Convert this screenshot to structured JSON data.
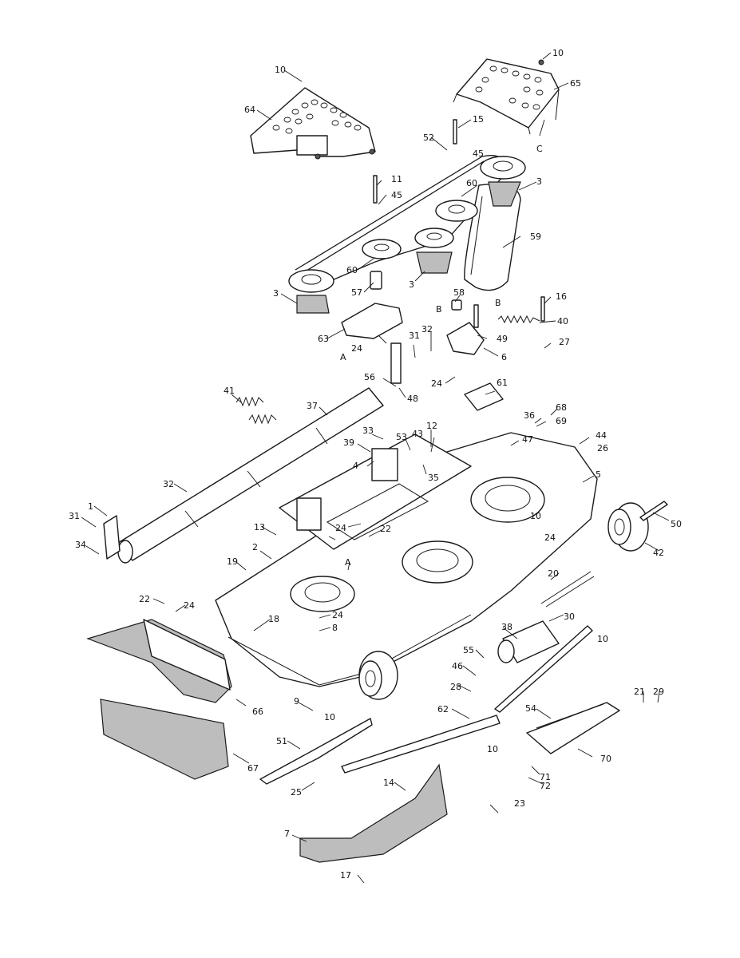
{
  "callouts": [
    {
      "id": "c-10a",
      "text": "10"
    },
    {
      "id": "c-10b",
      "text": "10"
    },
    {
      "id": "c-10c",
      "text": "10"
    },
    {
      "id": "c-10d",
      "text": "10"
    },
    {
      "id": "c-10e",
      "text": "10"
    },
    {
      "id": "c-10f",
      "text": "10"
    },
    {
      "id": "c-65",
      "text": "65"
    },
    {
      "id": "c-64",
      "text": "64"
    },
    {
      "id": "c-C",
      "text": "C"
    },
    {
      "id": "c-15",
      "text": "15"
    },
    {
      "id": "c-52",
      "text": "52"
    },
    {
      "id": "c-45a",
      "text": "45"
    },
    {
      "id": "c-45b",
      "text": "45"
    },
    {
      "id": "c-11",
      "text": "11"
    },
    {
      "id": "c-3a",
      "text": "3"
    },
    {
      "id": "c-3b",
      "text": "3"
    },
    {
      "id": "c-3c",
      "text": "3"
    },
    {
      "id": "c-60a",
      "text": "60"
    },
    {
      "id": "c-60b",
      "text": "60"
    },
    {
      "id": "c-59",
      "text": "59"
    },
    {
      "id": "c-57",
      "text": "57"
    },
    {
      "id": "c-58",
      "text": "58"
    },
    {
      "id": "c-B1",
      "text": "B"
    },
    {
      "id": "c-B2",
      "text": "B"
    },
    {
      "id": "c-16",
      "text": "16"
    },
    {
      "id": "c-40",
      "text": "40"
    },
    {
      "id": "c-63",
      "text": "63"
    },
    {
      "id": "c-A1",
      "text": "A"
    },
    {
      "id": "c-24a",
      "text": "24"
    },
    {
      "id": "c-31a",
      "text": "31"
    },
    {
      "id": "c-32a",
      "text": "32"
    },
    {
      "id": "c-49",
      "text": "49"
    },
    {
      "id": "c-27",
      "text": "27"
    },
    {
      "id": "c-6",
      "text": "6"
    },
    {
      "id": "c-56",
      "text": "56"
    },
    {
      "id": "c-24b",
      "text": "24"
    },
    {
      "id": "c-48",
      "text": "48"
    },
    {
      "id": "c-61",
      "text": "61"
    },
    {
      "id": "c-41",
      "text": "41"
    },
    {
      "id": "c-37",
      "text": "37"
    },
    {
      "id": "c-36",
      "text": "36"
    },
    {
      "id": "c-68",
      "text": "68"
    },
    {
      "id": "c-69",
      "text": "69"
    },
    {
      "id": "c-33",
      "text": "33"
    },
    {
      "id": "c-53",
      "text": "53"
    },
    {
      "id": "c-43",
      "text": "43"
    },
    {
      "id": "c-12",
      "text": "12"
    },
    {
      "id": "c-47",
      "text": "47"
    },
    {
      "id": "c-44",
      "text": "44"
    },
    {
      "id": "c-26",
      "text": "26"
    },
    {
      "id": "c-39",
      "text": "39"
    },
    {
      "id": "c-4",
      "text": "4"
    },
    {
      "id": "c-35",
      "text": "35"
    },
    {
      "id": "c-5",
      "text": "5"
    },
    {
      "id": "c-32b",
      "text": "32"
    },
    {
      "id": "c-1",
      "text": "1"
    },
    {
      "id": "c-31b",
      "text": "31"
    },
    {
      "id": "c-50",
      "text": "50"
    },
    {
      "id": "c-13",
      "text": "13"
    },
    {
      "id": "c-24c",
      "text": "24"
    },
    {
      "id": "c-22a",
      "text": "22"
    },
    {
      "id": "c-24d",
      "text": "24"
    },
    {
      "id": "c-42",
      "text": "42"
    },
    {
      "id": "c-34",
      "text": "34"
    },
    {
      "id": "c-2",
      "text": "2"
    },
    {
      "id": "c-A2",
      "text": "A"
    },
    {
      "id": "c-19",
      "text": "19"
    },
    {
      "id": "c-20",
      "text": "20"
    },
    {
      "id": "c-22b",
      "text": "22"
    },
    {
      "id": "c-24e",
      "text": "24"
    },
    {
      "id": "c-24f",
      "text": "24"
    },
    {
      "id": "c-30",
      "text": "30"
    },
    {
      "id": "c-18",
      "text": "18"
    },
    {
      "id": "c-8",
      "text": "8"
    },
    {
      "id": "c-38",
      "text": "38"
    },
    {
      "id": "c-55",
      "text": "55"
    },
    {
      "id": "c-46",
      "text": "46"
    },
    {
      "id": "c-28",
      "text": "28"
    },
    {
      "id": "c-66",
      "text": "66"
    },
    {
      "id": "c-9",
      "text": "9"
    },
    {
      "id": "c-21",
      "text": "21"
    },
    {
      "id": "c-29",
      "text": "29"
    },
    {
      "id": "c-62",
      "text": "62"
    },
    {
      "id": "c-54",
      "text": "54"
    },
    {
      "id": "c-51",
      "text": "51"
    },
    {
      "id": "c-70",
      "text": "70"
    },
    {
      "id": "c-67",
      "text": "67"
    },
    {
      "id": "c-71",
      "text": "71"
    },
    {
      "id": "c-14",
      "text": "14"
    },
    {
      "id": "c-72",
      "text": "72"
    },
    {
      "id": "c-25",
      "text": "25"
    },
    {
      "id": "c-23",
      "text": "23"
    },
    {
      "id": "c-7",
      "text": "7"
    },
    {
      "id": "c-17",
      "text": "17"
    }
  ]
}
